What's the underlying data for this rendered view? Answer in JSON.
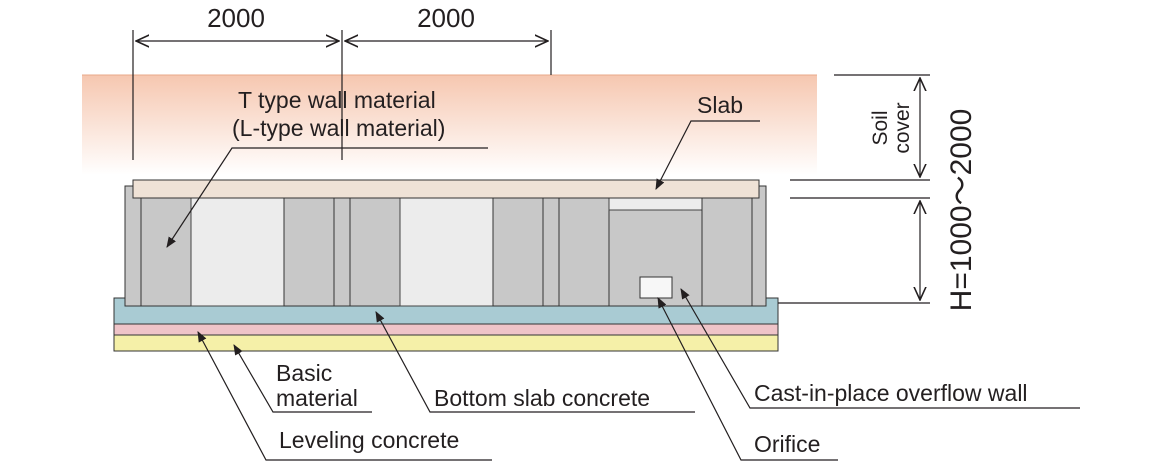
{
  "dimensions": {
    "span_left": "2000",
    "span_right": "2000",
    "height": "H=1000～2000"
  },
  "labels": {
    "wall_material": "T type wall material",
    "wall_material_alt": "(L-type wall material)",
    "slab": "Slab",
    "soil_cover_line1": "Soil",
    "soil_cover_line2": "cover",
    "basic_material_line1": "Basic",
    "basic_material_line2": "material",
    "bottom_slab_concrete": "Bottom slab concrete",
    "cast_in_place_overflow_wall": "Cast-in-place overflow wall",
    "leveling_concrete": "Leveling concrete",
    "orifice": "Orifice"
  },
  "colors": {
    "soil_gradient_top": "#f6c7b0",
    "slab": "#efe2d6",
    "wall": "#c8c8c8",
    "bottom_slab": "#a9cbd3",
    "basic_material": "#efc4c8",
    "leveling_concrete": "#f5f0a8"
  }
}
